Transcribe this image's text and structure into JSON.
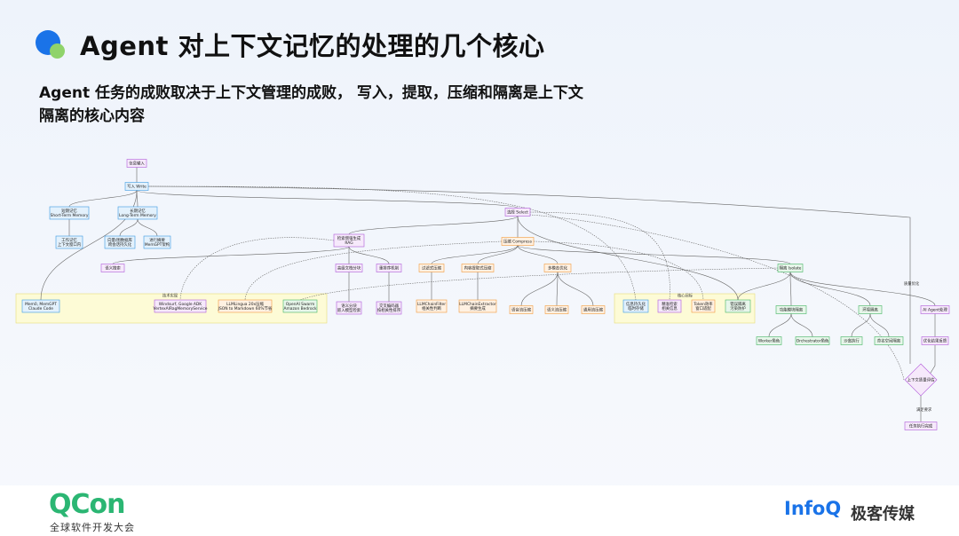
{
  "header": {
    "title": "Agent 对上下文记忆的处理的几个核心",
    "subtitle": "Agent 任务的成败取决于上下文管理的成败， 写入，提取，压缩和隔离是上下文隔离的核心内容"
  },
  "diagram": {
    "nodes": [
      {
        "id": "input",
        "lines": [
          "信息输入"
        ],
        "color": "purple"
      },
      {
        "id": "write",
        "lines": [
          "写入 Write"
        ],
        "color": "blue"
      },
      {
        "id": "stm",
        "lines": [
          "短期记忆",
          "Short-Term Memory"
        ],
        "color": "blue"
      },
      {
        "id": "ltm",
        "lines": [
          "长期记忆",
          "Long-Term Memory"
        ],
        "color": "blue"
      },
      {
        "id": "work",
        "lines": [
          "工作记忆",
          "上下文窗口内"
        ],
        "color": "blue"
      },
      {
        "id": "vec",
        "lines": [
          "向量/图数据库",
          "跨会话持久化"
        ],
        "color": "blue"
      },
      {
        "id": "mem",
        "lines": [
          "进行摘要",
          "MemGPT架构"
        ],
        "color": "blue"
      },
      {
        "id": "select",
        "lines": [
          "选择 Select"
        ],
        "color": "purple"
      },
      {
        "id": "rag",
        "lines": [
          "检索增强生成",
          "RAG"
        ],
        "color": "purple"
      },
      {
        "id": "compress",
        "lines": [
          "压缩 Compress"
        ],
        "color": "orange"
      },
      {
        "id": "semsearch",
        "lines": [
          "语义搜索"
        ],
        "color": "purple"
      },
      {
        "id": "chunk",
        "lines": [
          "高级文档分块"
        ],
        "color": "purple"
      },
      {
        "id": "rerank",
        "lines": [
          "重排序机制"
        ],
        "color": "purple"
      },
      {
        "id": "filter",
        "lines": [
          "过滤式压缩"
        ],
        "color": "orange"
      },
      {
        "id": "extract",
        "lines": [
          "内容提取式压缩"
        ],
        "color": "orange"
      },
      {
        "id": "multi",
        "lines": [
          "多模态优化"
        ],
        "color": "orange"
      },
      {
        "id": "isolate",
        "lines": [
          "隔离 Isolate"
        ],
        "color": "green"
      },
      {
        "id": "mem0",
        "lines": [
          "Mem0, MemGPT",
          "Claude Code"
        ],
        "color": "blue"
      },
      {
        "id": "windsurf",
        "lines": [
          "Windsurf, Google ADK",
          "VertexAIRagMemoryService"
        ],
        "color": "purple"
      },
      {
        "id": "llmlingua",
        "lines": [
          "LLMLingua 20x压缩",
          "JSON to Markdown 60%节省"
        ],
        "color": "orange"
      },
      {
        "id": "openai",
        "lines": [
          "OpenAI Swarm",
          "Amazon Bedrock"
        ],
        "color": "green"
      },
      {
        "id": "semchunk",
        "lines": [
          "语义分块",
          "嵌入模型检索"
        ],
        "color": "purple"
      },
      {
        "id": "crossenc",
        "lines": [
          "交叉编码器",
          "按相关性排序"
        ],
        "color": "purple"
      },
      {
        "id": "chainfilter",
        "lines": [
          "LLMChainFilter",
          "相关性判断"
        ],
        "color": "orange"
      },
      {
        "id": "chainextract",
        "lines": [
          "LLMChainExtractor",
          "摘要生成"
        ],
        "color": "orange"
      },
      {
        "id": "speech",
        "lines": [
          "语音流压缩"
        ],
        "color": "orange"
      },
      {
        "id": "doccomp",
        "lines": [
          "语义流压缩"
        ],
        "color": "orange"
      },
      {
        "id": "callcomp",
        "lines": [
          "通用流压缩"
        ],
        "color": "orange"
      },
      {
        "id": "persist",
        "lines": [
          "信息持久化",
          "临时存储"
        ],
        "color": "blue"
      },
      {
        "id": "precise",
        "lines": [
          "精准检索",
          "相关信息"
        ],
        "color": "purple"
      },
      {
        "id": "token",
        "lines": [
          "Token效率",
          "窗口适配"
        ],
        "color": "orange"
      },
      {
        "id": "errctl",
        "lines": [
          "错误隔离",
          "污染防护"
        ],
        "color": "green"
      },
      {
        "id": "funcisolate",
        "lines": [
          "功能模块隔离"
        ],
        "color": "green"
      },
      {
        "id": "envisolate",
        "lines": [
          "环境隔离"
        ],
        "color": "green"
      },
      {
        "id": "worker",
        "lines": [
          "Worker角色"
        ],
        "color": "green"
      },
      {
        "id": "orch",
        "lines": [
          "Orchestrator角色"
        ],
        "color": "green"
      },
      {
        "id": "sandbox",
        "lines": [
          "沙盒执行"
        ],
        "color": "green"
      },
      {
        "id": "namespace",
        "lines": [
          "命名空间隔离"
        ],
        "color": "green"
      },
      {
        "id": "agent",
        "lines": [
          "AI Agent处理"
        ],
        "color": "purple"
      },
      {
        "id": "optimize",
        "lines": [
          "优化结果反馈"
        ],
        "color": "purple"
      },
      {
        "id": "evaluate",
        "lines": [
          "上下文质量评估"
        ],
        "color": "purple"
      },
      {
        "id": "done",
        "lines": [
          "任务执行完成"
        ],
        "color": "purple"
      }
    ],
    "group_labels": {
      "tech": "技术实现",
      "core": "核心目标",
      "feedback": "质量优化",
      "satisfy": "满足要求"
    }
  },
  "footer": {
    "qcon": "QCon",
    "qcon_sub": "全球软件开发大会",
    "infoq": "InfoQ",
    "jike": "极客传媒"
  },
  "colors": {
    "accent": "#1a73e8",
    "qcon_green": "#2bb673",
    "node_blue": "#3b9ae1",
    "node_purple": "#b05ad9",
    "node_orange": "#f29a3b",
    "node_green": "#43b561",
    "group_fill": "#fdfbd6"
  }
}
